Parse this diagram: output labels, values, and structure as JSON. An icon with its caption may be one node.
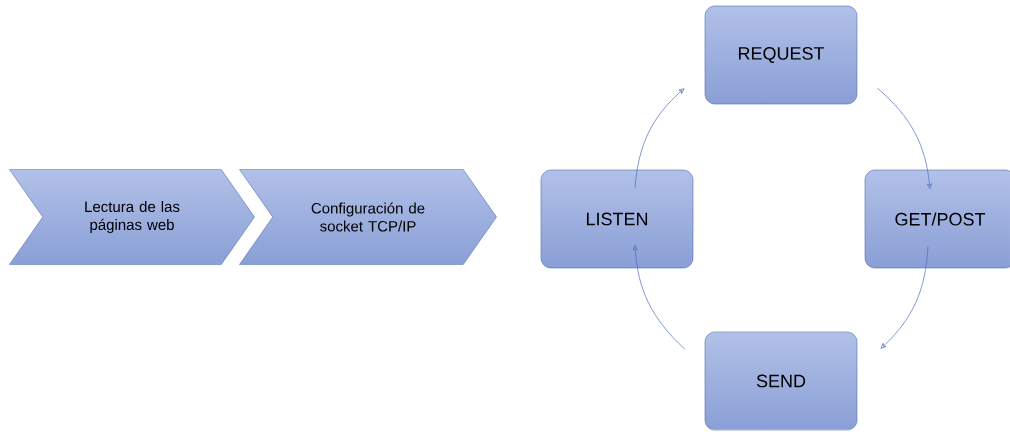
{
  "diagram": {
    "nodes": [
      {
        "text": [
          "Lectura de las páginas web"
        ]
      },
      {
        "text": [
          "Configuración de socket TCP/IP"
        ]
      },
      {
        "text": [
          "LISTEN"
        ]
      },
      {
        "text": [
          "REQUEST"
        ]
      },
      {
        "text": [
          "GET/POST"
        ]
      },
      {
        "text": [
          "SEND"
        ]
      }
    ],
    "edges": [
      {
        "from": 2,
        "to": 3,
        "arrow": "to"
      },
      {
        "from": 3,
        "to": 4,
        "arrow": "to"
      },
      {
        "from": 4,
        "to": 5,
        "arrow": "to"
      },
      {
        "from": 5,
        "to": 2,
        "arrow": "to"
      }
    ]
  }
}
